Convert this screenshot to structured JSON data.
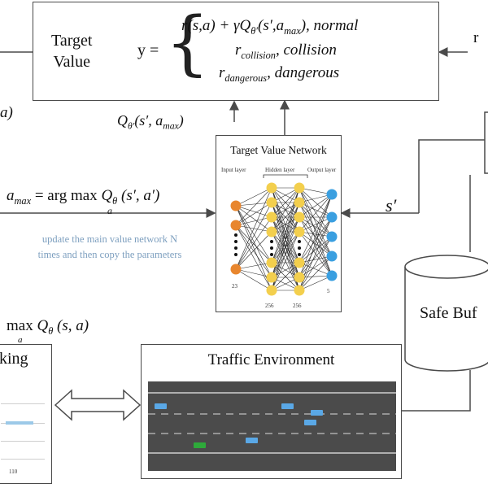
{
  "target_value": {
    "label_line1": "Target",
    "label_line2": "Value",
    "y_eq": "y =",
    "case_normal": "r(s,a) + γQ",
    "case_normal_sub": "θ′",
    "case_normal_args": "(s′,a",
    "case_normal_args_sub": "max",
    "case_normal_tail": "), normal",
    "case_collision_r": "r",
    "case_collision_sub": "collision",
    "case_collision_tail": ", collision",
    "case_dangerous_r": "r",
    "case_dangerous_sub": "dangerous",
    "case_dangerous_tail": ", dangerous"
  },
  "right_edge_label": "r",
  "left_edge_label": "a)",
  "q_target_label": {
    "q": "Q",
    "sub": "θ′",
    "args": "(s′, a",
    "args_sub": "max",
    "close": ")"
  },
  "a_max_eq": {
    "a": "a",
    "a_sub": "max",
    "eq": "= arg max",
    "under": "a",
    "q": "Q",
    "q_sub": "θ",
    "args": "(s′, a′)"
  },
  "update_caption": {
    "line1": "update the main value network N",
    "line2": "times and then copy the parameters"
  },
  "target_network": {
    "title": "Target Value Network",
    "input_layer": "Input layer",
    "hidden_layer": "Hidden layer",
    "output_layer": "Output layer",
    "n_input": "23",
    "n_hidden1": "256",
    "n_hidden2": "256",
    "n_output": "5"
  },
  "s_prime_label": "s′",
  "safe_buffer_label": "Safe Buf",
  "max_q_label": {
    "max": "max",
    "under": "a",
    "q": "Q",
    "q_sub": "θ",
    "args": "(s, a)"
  },
  "left_panel": {
    "title": "king",
    "tick": "110"
  },
  "traffic": {
    "title": "Traffic Environment"
  },
  "colors": {
    "line": "#4a4a4a",
    "input_node": "#e8862e",
    "hidden_node": "#f3cf4d",
    "output_node": "#3a9fe0",
    "ego_car": "#2eaa3a",
    "other_car": "#5aa8e6",
    "road": "#4b4b4b",
    "caption": "#7d9fbf"
  }
}
